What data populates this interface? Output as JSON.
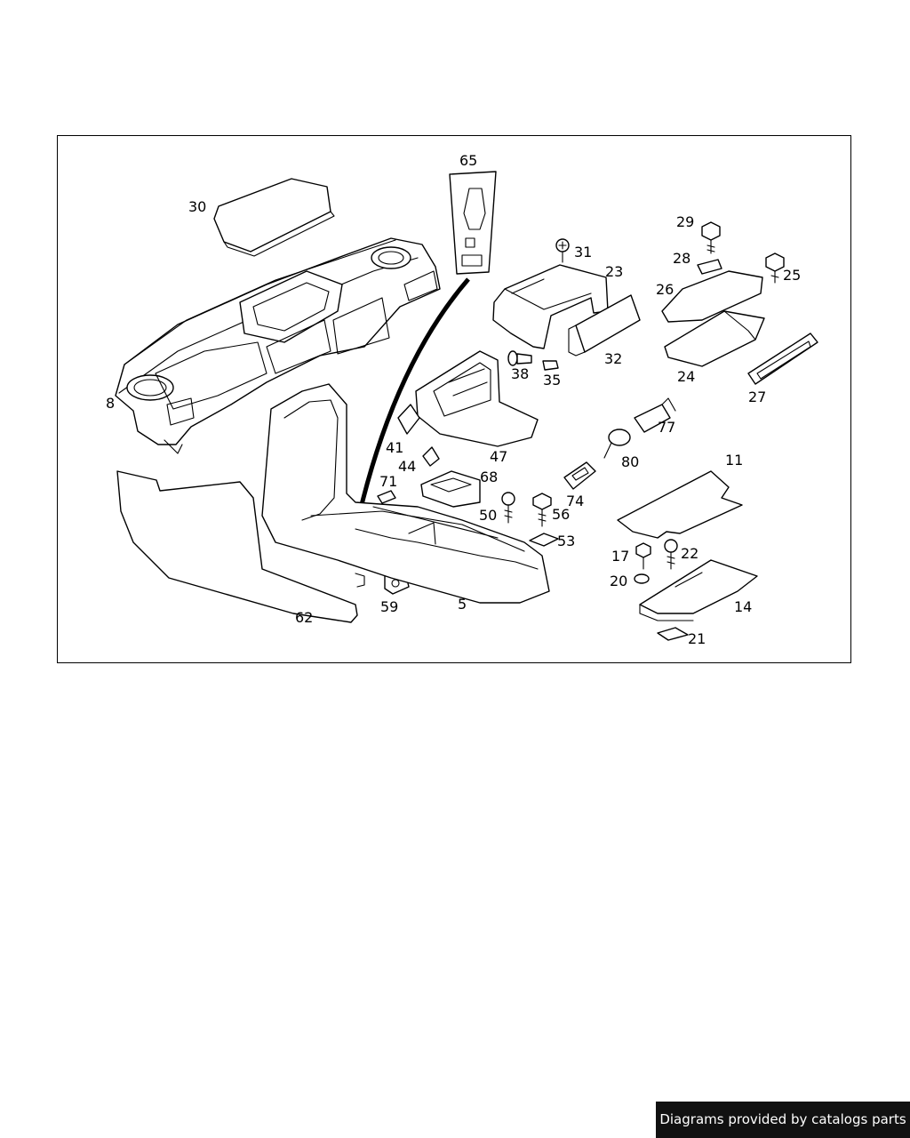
{
  "footer": {
    "credit": "Diagrams provided by catalogs parts"
  },
  "callouts": {
    "c65": "65",
    "c30": "30",
    "c31": "31",
    "c23": "23",
    "c29": "29",
    "c28": "28",
    "c25": "25",
    "c26": "26",
    "c32": "32",
    "c38": "38",
    "c35": "35",
    "c24": "24",
    "c27": "27",
    "c8": "8",
    "c41": "41",
    "c44": "44",
    "c47": "47",
    "c77": "77",
    "c80": "80",
    "c11": "11",
    "c71": "71",
    "c68": "68",
    "c74": "74",
    "c50": "50",
    "c56": "56",
    "c53": "53",
    "c17": "17",
    "c22": "22",
    "c20": "20",
    "c14": "14",
    "c21": "21",
    "c62": "62",
    "c59": "59",
    "c5": "5"
  }
}
